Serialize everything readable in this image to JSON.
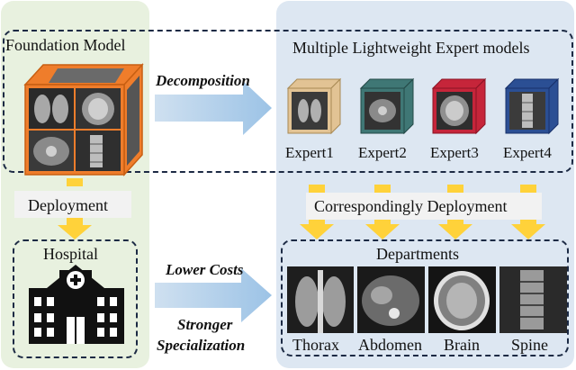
{
  "foundation": {
    "title": "Foundation Model"
  },
  "experts": {
    "title": "Multiple Lightweight Expert models",
    "items": [
      "Expert1",
      "Expert2",
      "Expert3",
      "Expert4"
    ]
  },
  "arrows": {
    "decomposition": "Decomposition",
    "deployment": "Deployment",
    "corresponding": "Correspondingly Deployment",
    "lower_costs": "Lower Costs",
    "stronger": "Stronger",
    "specialization": "Specialization"
  },
  "hospital": {
    "title": "Hospital"
  },
  "departments": {
    "title": "Departments",
    "items": [
      "Thorax",
      "Abdomen",
      "Brain",
      "Spine"
    ]
  },
  "colors": {
    "left_panel": "#e8f1df",
    "right_panel": "#dde7f2",
    "arrow": "#a9c9e6",
    "yellow_arrow": "#ffd23a",
    "cube_orange": "#ef7d2b",
    "expert_colors": [
      "#e2c394",
      "#3f7775",
      "#c6253a",
      "#2b4f94"
    ]
  }
}
